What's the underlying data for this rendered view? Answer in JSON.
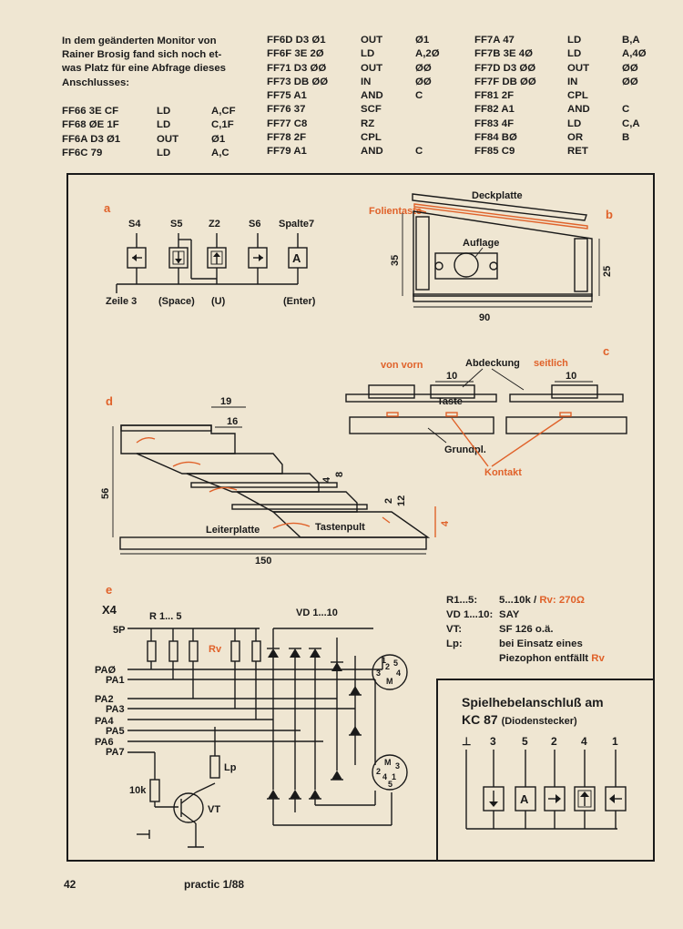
{
  "intro_text": "In dem geänderten Monitor von\nRainer Brosig fand sich noch et-\nwas Platz für eine Abfrage dieses\nAnschlusses:",
  "code_columns": [
    {
      "rows": [
        [
          "FF66 3E CF",
          "LD",
          "A,CF"
        ],
        [
          "FF68 ØE 1F",
          "LD",
          "C,1F"
        ],
        [
          "FF6A D3 Ø1",
          "OUT",
          "Ø1"
        ],
        [
          "FF6C 79",
          "LD",
          "A,C"
        ]
      ]
    },
    {
      "rows": [
        [
          "FF6D D3 Ø1",
          "OUT",
          "Ø1"
        ],
        [
          "FF6F 3E 2Ø",
          "LD",
          "A,2Ø"
        ],
        [
          "FF71 D3 ØØ",
          "OUT",
          "ØØ"
        ],
        [
          "FF73 DB ØØ",
          "IN",
          "ØØ"
        ],
        [
          "FF75 A1",
          "AND",
          "C"
        ],
        [
          "FF76 37",
          "SCF",
          ""
        ],
        [
          "FF77 C8",
          "RZ",
          ""
        ],
        [
          "FF78 2F",
          "CPL",
          ""
        ],
        [
          "FF79 A1",
          "AND",
          "C"
        ]
      ]
    },
    {
      "rows": [
        [
          "FF7A 47",
          "LD",
          "B,A"
        ],
        [
          "FF7B 3E 4Ø",
          "LD",
          "A,4Ø"
        ],
        [
          "FF7D D3 ØØ",
          "OUT",
          "ØØ"
        ],
        [
          "FF7F DB ØØ",
          "IN",
          "ØØ"
        ],
        [
          "FF81 2F",
          "CPL",
          ""
        ],
        [
          "FF82 A1",
          "AND",
          "C"
        ],
        [
          "FF83 4F",
          "LD",
          "C,A"
        ],
        [
          "FF84 BØ",
          "OR",
          "B"
        ],
        [
          "FF85 C9",
          "RET",
          ""
        ]
      ]
    }
  ],
  "figure": {
    "a": {
      "letter": "a",
      "top_labels": [
        "S4",
        "S5",
        "Z2",
        "S6",
        "Spalte7"
      ],
      "key_icons": [
        "arrow-left-icon",
        "arrow-down-icon",
        "arrow-up-icon",
        "arrow-right-icon",
        "letter-a-icon"
      ],
      "key_a_label": "A",
      "bottom_labels": [
        "Zeile 3",
        "(Space)",
        "(U)",
        "(Enter)"
      ]
    },
    "b": {
      "letter": "b",
      "label_deckplatte": "Deckplatte",
      "label_folientaste": "Folientaste",
      "label_auflage": "Auflage",
      "dim_height_left": "35",
      "dim_height_right": "25",
      "dim_width": "90"
    },
    "c": {
      "letter": "c",
      "label_von_vorn": "von vorn",
      "label_abdeckung": "Abdeckung",
      "label_seitlich": "seitlich",
      "dim_left": "10",
      "dim_right": "10",
      "label_taste": "Taste",
      "label_grundplatte": "Grundpl.",
      "label_kontakt": "Kontakt"
    },
    "d": {
      "letter": "d",
      "dim_19": "19",
      "dim_16": "16",
      "dim_56": "56",
      "dim_4": "4",
      "dim_8": "8",
      "dim_2": "2",
      "dim_12": "12",
      "dim_4b": "4",
      "dim_150": "150",
      "label_leiterplatte": "Leiterplatte",
      "label_tastenpult": "Tastenpult"
    },
    "e": {
      "letter": "e",
      "connector": "X4",
      "resistor_label": "R 1... 5",
      "rv_label": "Rv",
      "diode_label": "VD 1...10",
      "pin_5p": "5P",
      "port_lines": [
        "PAØ",
        "PA1",
        "PA2",
        "PA3",
        "PA4",
        "PA5",
        "PA6",
        "PA7"
      ],
      "r10k": "10k",
      "lp": "Lp",
      "vt": "VT",
      "din_top_pins": [
        "1",
        "2",
        "3",
        "4",
        "5",
        "M"
      ],
      "din_bottom_pins": [
        "M",
        "3",
        "2",
        "4",
        "1",
        "5"
      ]
    }
  },
  "spec": {
    "rows": [
      {
        "k": "R1...5:",
        "v": "5...10k / ",
        "rv": "Rv: 270Ω"
      },
      {
        "k": "VD 1...10:",
        "v": "SAY",
        "rv": ""
      },
      {
        "k": "VT:",
        "v": "SF 126 o.ä.",
        "rv": ""
      },
      {
        "k": "Lp:",
        "v": "bei Einsatz eines",
        "rv": ""
      },
      {
        "k": "",
        "v": "Piezophon entfällt ",
        "rv": "Rv"
      }
    ]
  },
  "joystick_box": {
    "title1": "Spielhebelanschluß am",
    "title2": "KC 87",
    "title2_small": "(Diodenstecker)",
    "pins": [
      "⊥",
      "3",
      "5",
      "2",
      "4",
      "1"
    ],
    "icons": [
      "arrow-down-icon",
      "letter-a-icon",
      "arrow-right-icon",
      "arrow-up-icon",
      "arrow-left-icon"
    ],
    "key_a_label": "A"
  },
  "footer": {
    "page": "42",
    "magazine": "practic 1/88"
  },
  "colors": {
    "paper": "#efe6d2",
    "ink": "#1a1a1a",
    "accent_orange": "#e0622a"
  }
}
